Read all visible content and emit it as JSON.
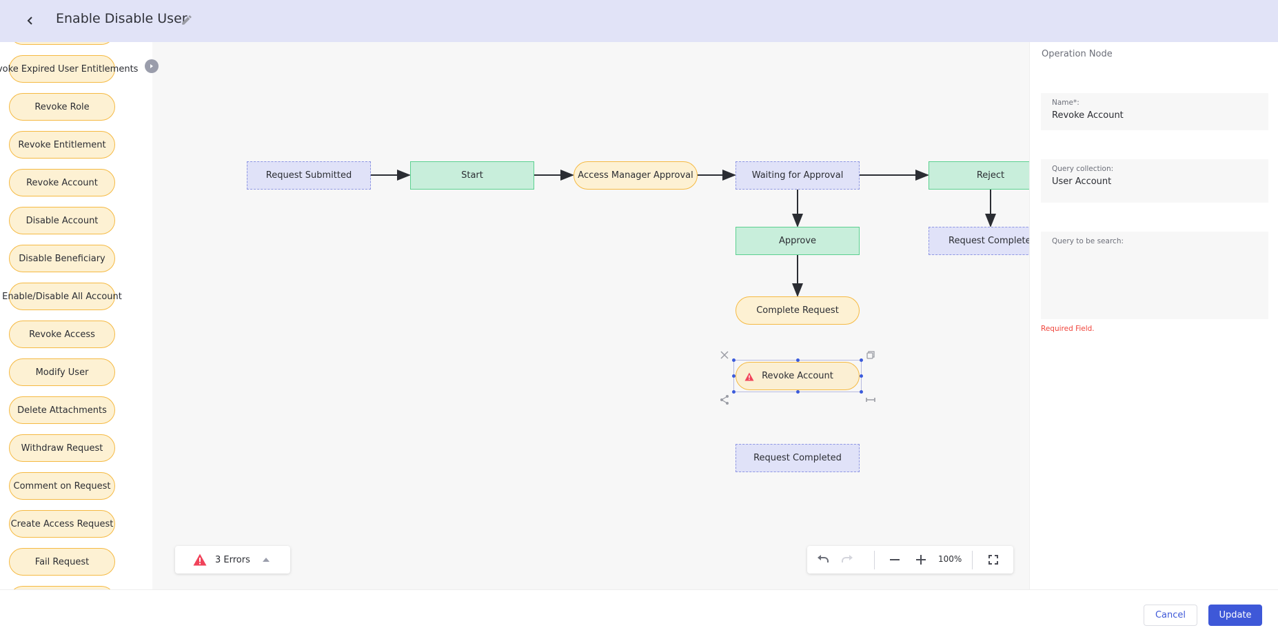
{
  "header": {
    "title": "Enable Disable User",
    "back_icon": "chevron-left-icon",
    "edit_icon": "pencil-icon"
  },
  "sidebar": {
    "items": [
      {
        "label": ""
      },
      {
        "label": "Revoke Expired User Entitlements"
      },
      {
        "label": "Revoke Role"
      },
      {
        "label": "Revoke Entitlement"
      },
      {
        "label": "Revoke Account"
      },
      {
        "label": "Disable Account"
      },
      {
        "label": "Disable Beneficiary"
      },
      {
        "label": "Enable/Disable All Account"
      },
      {
        "label": "Revoke Access"
      },
      {
        "label": "Modify User"
      },
      {
        "label": "Delete Attachments"
      },
      {
        "label": "Withdraw Request"
      },
      {
        "label": "Comment on Request"
      },
      {
        "label": "Create Access Request"
      },
      {
        "label": "Fail Request"
      },
      {
        "label": ""
      }
    ]
  },
  "flow": {
    "nodes": {
      "request_submitted": "Request Submitted",
      "start": "Start",
      "access_manager_approval": "Access Manager Approval",
      "waiting_for_approval": "Waiting for Approval",
      "reject": "Reject",
      "approve": "Approve",
      "request_completed_right": "Request Completed",
      "complete_request": "Complete Request",
      "revoke_account": "Revoke Account",
      "request_completed_bottom": "Request Completed"
    }
  },
  "errors": {
    "label": "3 Errors"
  },
  "zoom": {
    "level": "100%"
  },
  "panel": {
    "title": "Operation Node",
    "name_label": "Name*:",
    "name_value": "Revoke Account",
    "collection_label": "Query collection:",
    "collection_value": "User Account",
    "query_label": "Query to be search:",
    "query_value": "",
    "error": "Required Field."
  },
  "footer": {
    "cancel": "Cancel",
    "update": "Update"
  },
  "colors": {
    "accent": "#3e58d8",
    "header_bg": "#e1e3f7",
    "error": "#f0433a",
    "operation_fill": "#fdf1d3",
    "action_fill": "#c8eedb",
    "state_fill": "#e0e2f8"
  }
}
